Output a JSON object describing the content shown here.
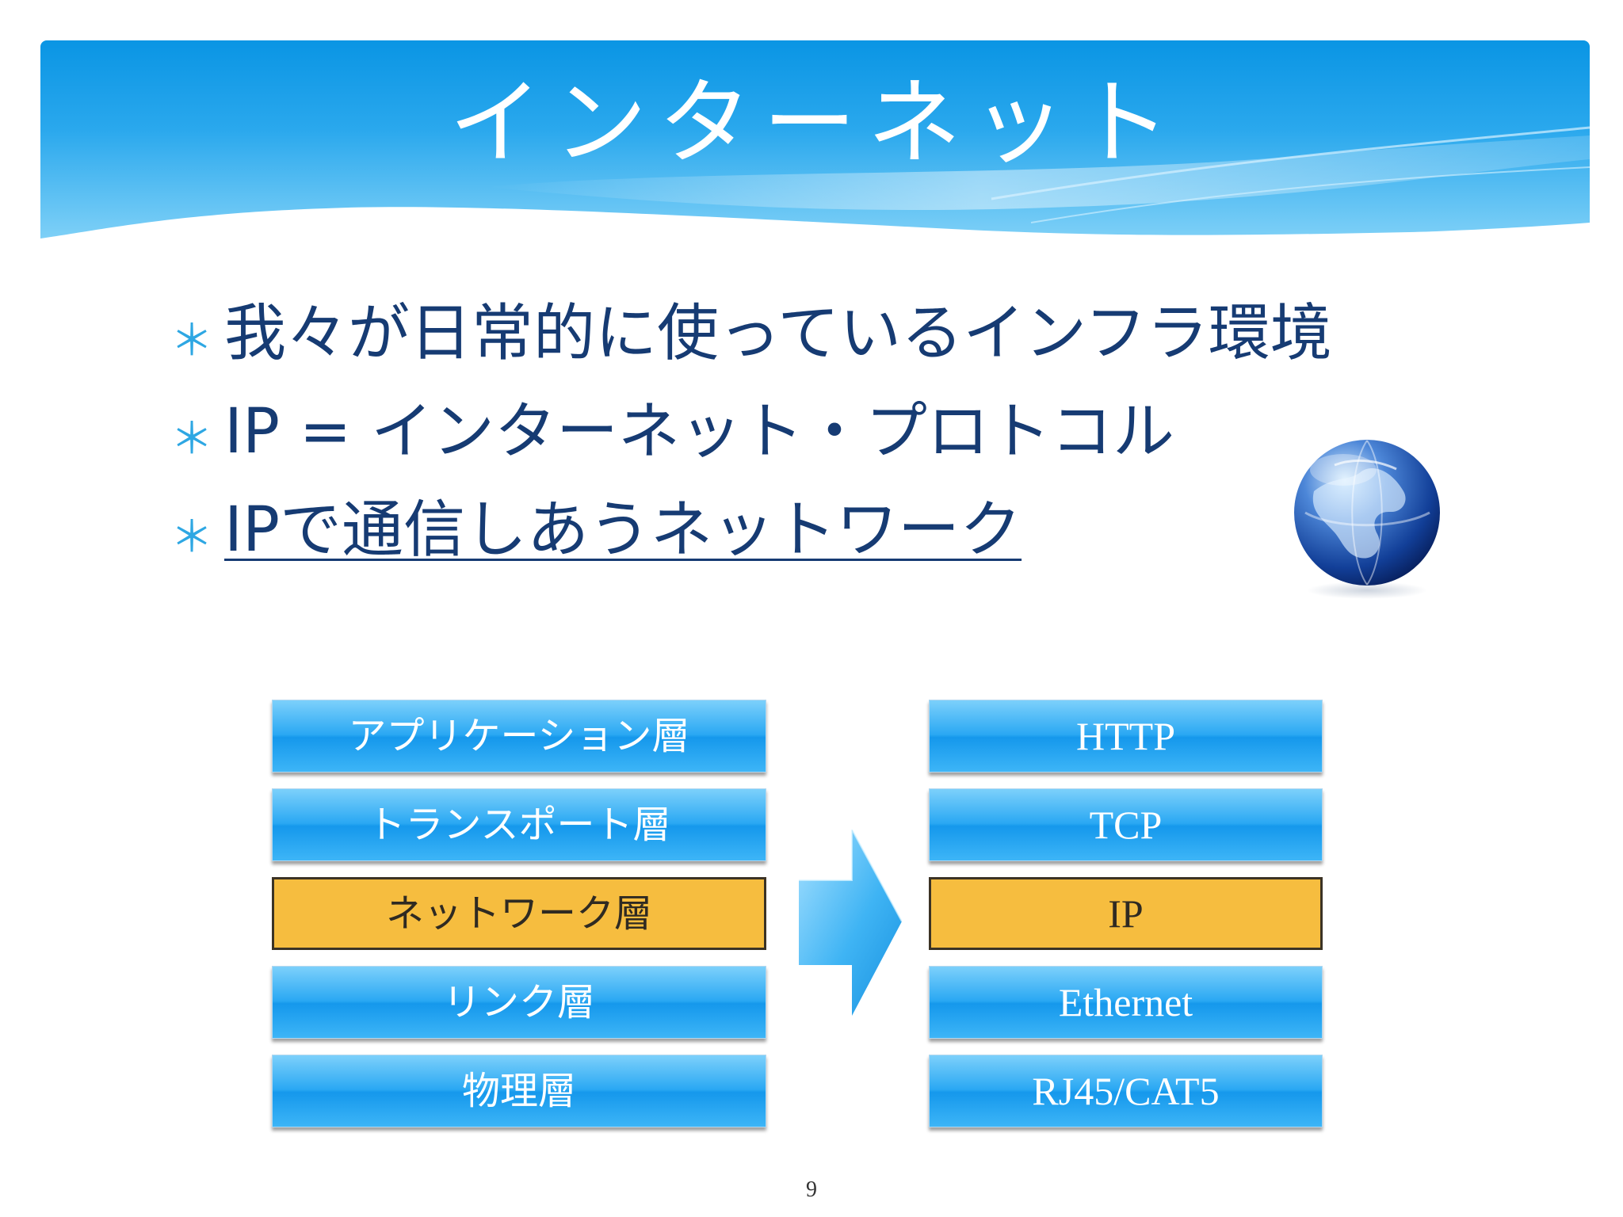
{
  "slide": {
    "title": "インターネット",
    "bullets": [
      {
        "text": "我々が日常的に使っているインフラ環境"
      },
      {
        "text": "IP = インターネット・プロトコル"
      },
      {
        "text": "IPで通信しあうネットワーク"
      }
    ],
    "bullet_mark": "＊",
    "page_number": "9"
  },
  "diagram": {
    "layers": [
      {
        "name": "アプリケーション層",
        "protocol": "HTTP"
      },
      {
        "name": "トランスポート層",
        "protocol": "TCP"
      },
      {
        "name": "ネットワーク層",
        "protocol": "IP"
      },
      {
        "name": "リンク層",
        "protocol": "Ethernet"
      },
      {
        "name": "物理層",
        "protocol": "RJ45/CAT5"
      }
    ],
    "highlight_index": 2
  },
  "colors": {
    "header_blue": "#0b98e6",
    "text_navy": "#163b73",
    "bullet_blue": "#2ea7e3",
    "layer_blue": "#2aa8f3",
    "highlight_orange": "#f6bd3f"
  },
  "icons": {
    "globe": "globe-icon",
    "arrow": "right-arrow-icon"
  }
}
